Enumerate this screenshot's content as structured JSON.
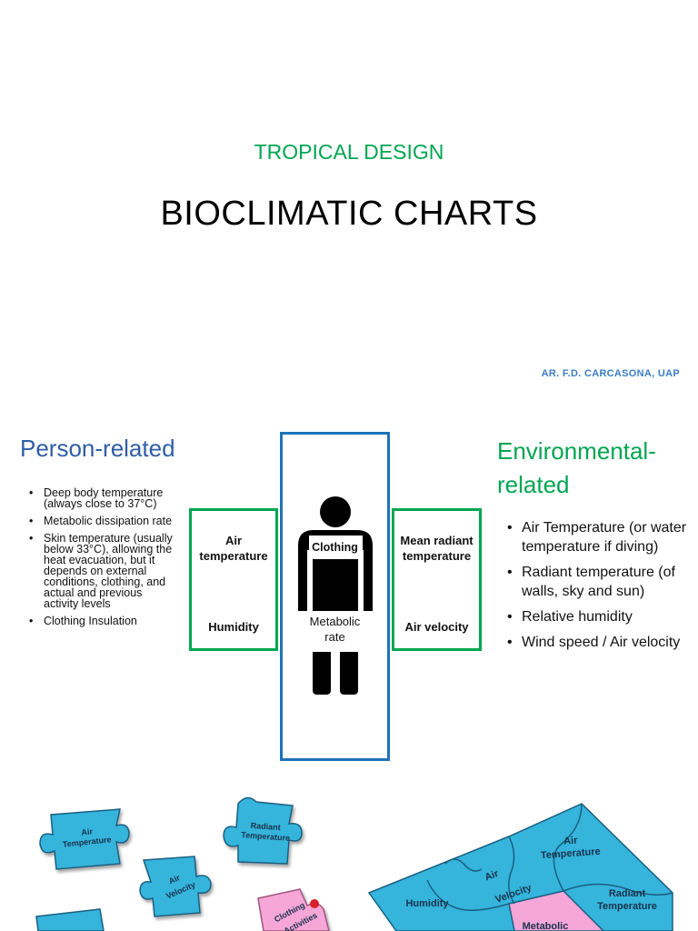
{
  "slide1": {
    "subtitle": "TROPICAL DESIGN",
    "title": "BIOCLIMATIC CHARTS",
    "author": "AR. F.D. CARCASONA, UAP"
  },
  "slide2": {
    "left_heading": "Person-related",
    "left_items": [
      "Deep body temperature (always close to 37°C)",
      "Metabolic dissipation rate",
      "Skin temperature (usually below 33°C), allowing the heat evacuation, but it depends on external conditions, clothing, and actual and previous activity levels",
      "Clothing Insulation"
    ],
    "right_heading_line1": "Environmental-",
    "right_heading_line2": "related",
    "right_items": [
      "Air Temperature (or water temperature if diving)",
      "Radiant temperature (of walls, sky and sun)",
      "Relative humidity",
      "Wind speed / Air velocity"
    ],
    "diagram": {
      "left_top_line1": "Air",
      "left_top_line2": "temperature",
      "left_bottom": "Humidity",
      "center_clothing": "Clothing",
      "center_metabolic_line1": "Metabolic",
      "center_metabolic_line2": "rate",
      "right_top_line1": "Mean radiant",
      "right_top_line2": "temperature",
      "right_bottom": "Air velocity",
      "colors": {
        "green": "#00a651",
        "blue": "#1f73b8"
      }
    }
  },
  "puzzles": {
    "left": {
      "p1_line1": "Air",
      "p1_line2": "Temperature",
      "p2_line1": "Radiant",
      "p2_line2": "Temperature",
      "p3_line1": "Air",
      "p3_line2": "Velocity",
      "p4_line1": "Clothing",
      "p4_line2": "Activities"
    },
    "right": {
      "t1_line1": "Air",
      "t1_line2": "Temperature",
      "t2_line1": "Air",
      "t2_line2": "Velocity",
      "t3": "Humidity",
      "t4_line1": "Radiant",
      "t4_line2": "Temperature",
      "t5": "Metabolic"
    },
    "colors": {
      "piece": "#35b4dc",
      "pink": "#f7a6d8"
    }
  }
}
